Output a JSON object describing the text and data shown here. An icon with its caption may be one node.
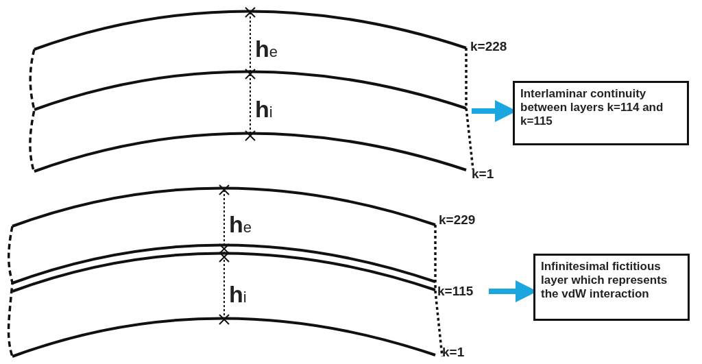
{
  "diagram": {
    "nodes": [
      {
        "text": [
          "Interlaminar continuity between layers k=114 and k=115"
        ]
      },
      {
        "text": [
          "Infinitesimal fictitious layer which represents the vdW interaction"
        ]
      }
    ],
    "edges": [
      {
        "from": null,
        "to": 0,
        "arrow": "to"
      },
      {
        "from": null,
        "to": 1,
        "arrow": "to"
      }
    ],
    "labels": [
      "h$_{e}$",
      "k=228",
      "h$_{i}$",
      "k=1",
      "h$_{e}$",
      "k=229",
      "h$_{i}$",
      "k=115",
      "k=1"
    ]
  }
}
